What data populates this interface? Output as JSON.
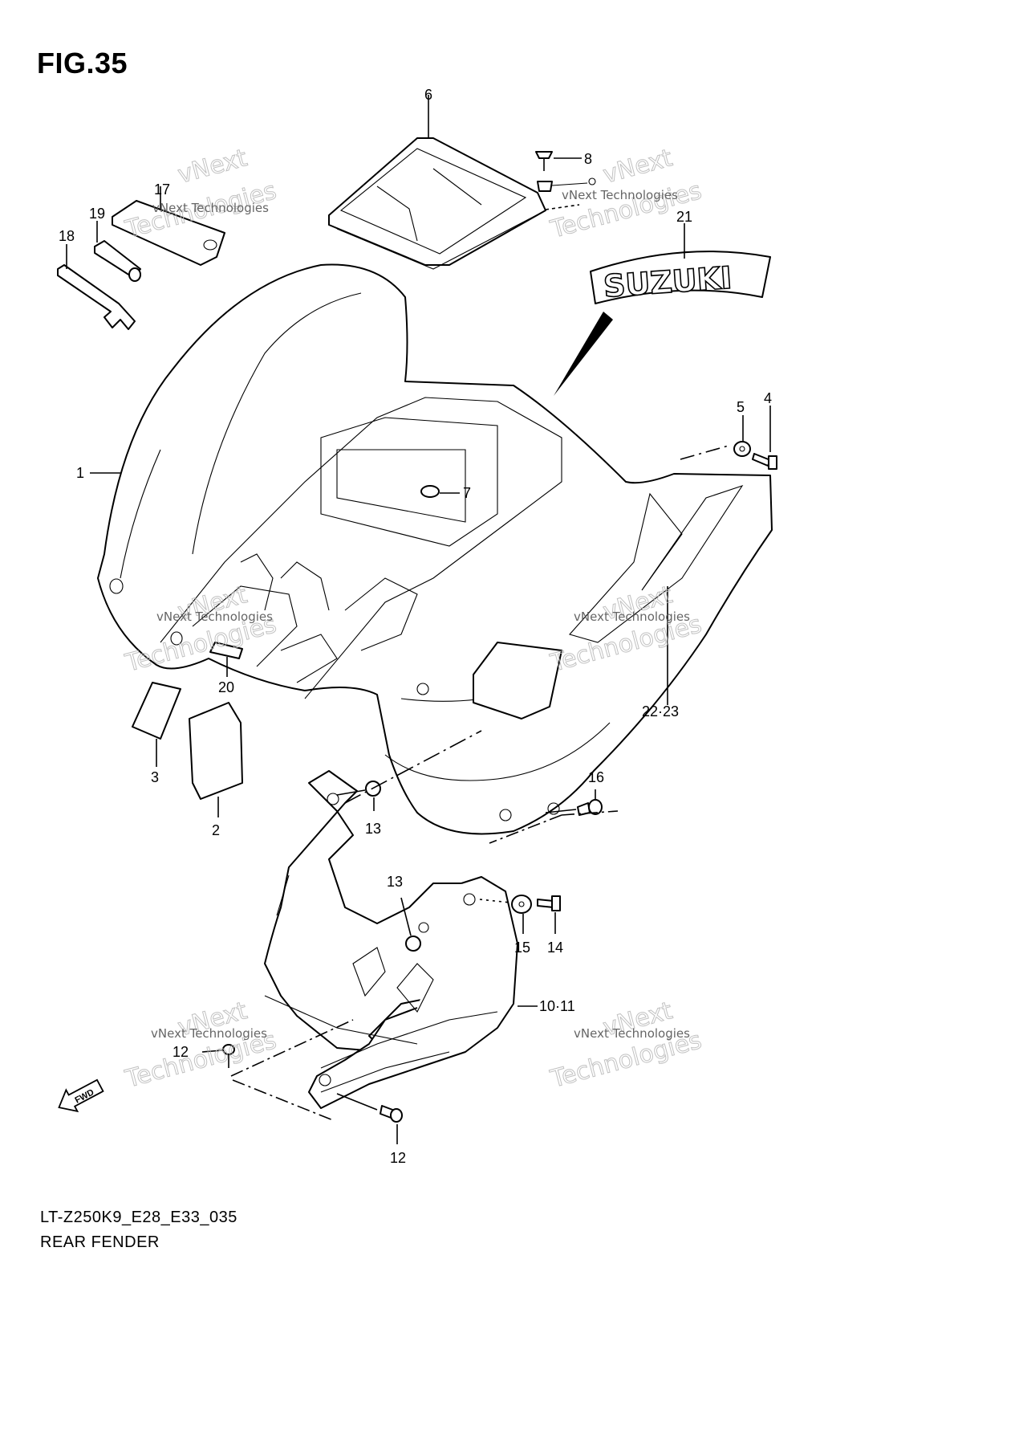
{
  "figure": {
    "title": "FIG.35",
    "model_code": "LT-Z250K9_E28_E33_035",
    "assembly_name": "REAR FENDER",
    "logo_text": "SUZUKI",
    "fwd_label": "FWD"
  },
  "watermark": {
    "line1": "vNext Technologies",
    "line2": "vNext",
    "line3": "Technologies"
  },
  "callouts": {
    "c1": "1",
    "c2": "2",
    "c3": "3",
    "c4": "4",
    "c5": "5",
    "c6": "6",
    "c7": "7",
    "c8": "8",
    "c10_11": "10·11",
    "c12a": "12",
    "c12b": "12",
    "c13a": "13",
    "c13b": "13",
    "c14": "14",
    "c15": "15",
    "c16": "16",
    "c17": "17",
    "c18": "18",
    "c19": "19",
    "c20": "20",
    "c21": "21",
    "c22_23": "22·23"
  },
  "colors": {
    "line": "#000000",
    "background": "#ffffff",
    "watermark": "#bbbbbb"
  }
}
